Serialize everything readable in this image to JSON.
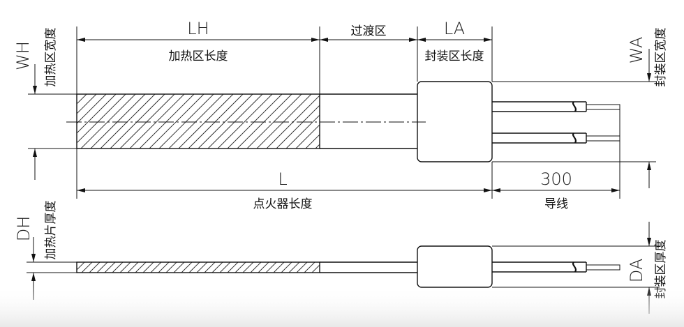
{
  "labels": {
    "lh": "LH",
    "lh_desc": "加热区长度",
    "transition": "过渡区",
    "la": "LA",
    "la_desc": "封装区长度",
    "wh": "WH",
    "wh_desc": "加热区宽度",
    "wa": "WA",
    "wa_desc": "封装区宽度",
    "l": "L",
    "l_desc": "点火器长度",
    "lead_len": "300",
    "lead_desc": "导线",
    "dh": "DH",
    "dh_desc": "加热片厚度",
    "da": "DA",
    "da_desc": "封装区厚度"
  }
}
